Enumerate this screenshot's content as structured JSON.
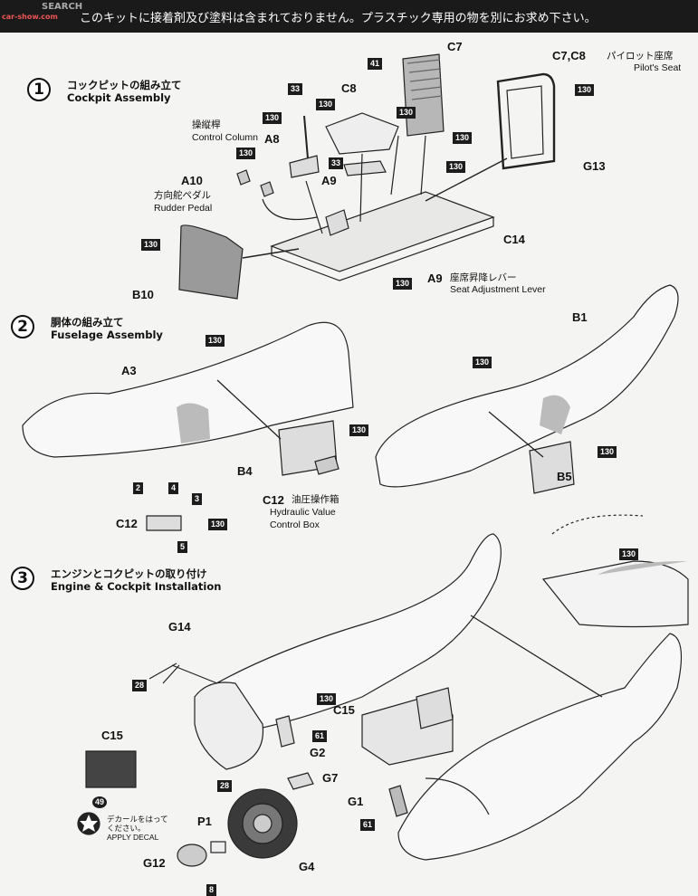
{
  "watermark": {
    "brand": "SEARCH",
    "url": "car-show.com"
  },
  "banner": {
    "text": "このキットに接着剤及び塗料は含まれておりません。プラスチック専用の物を別にお求め下さい。"
  },
  "steps": [
    {
      "num": "1",
      "jp": "コックピットの組み立て",
      "en": "Cockpit Assembly"
    },
    {
      "num": "2",
      "jp": "胴体の組み立て",
      "en": "Fuselage Assembly"
    },
    {
      "num": "3",
      "jp": "エンジンとコクピットの取り付け",
      "en": "Engine & Cockpit Installation"
    }
  ],
  "parts": {
    "c7": "C7",
    "c8": "C8",
    "c7c8": "C7,C8",
    "seat_jp": "パイロット座席",
    "seat_en": "Pilot's Seat",
    "a8": "A8",
    "control_jp": "操縦桿",
    "control_en": "Control Column",
    "a10": "A10",
    "rudder_jp": "方向舵ペダル",
    "rudder_en": "Rudder Pedal",
    "a9": "A9",
    "a9b": "A9",
    "seatlever_jp": "座席昇降レバー",
    "seatlever_en": "Seat Adjustment Lever",
    "g13": "G13",
    "c14": "C14",
    "b10": "B10",
    "a3": "A3",
    "b1": "B1",
    "b4": "B4",
    "b5": "B5",
    "c12": "C12",
    "c12b": "C12",
    "hyd_jp": "油圧操作箱",
    "hyd_en1": "Hydraulic Value",
    "hyd_en2": "Control Box",
    "g14": "G14",
    "c15": "C15",
    "c15b": "C15",
    "g2": "G2",
    "g7": "G7",
    "g1": "G1",
    "p1": "P1",
    "g12": "G12",
    "g4": "G4",
    "decal_jp1": "デカールをはって",
    "decal_jp2": "ください。",
    "decal_en": "APPLY DECAL"
  },
  "paint_codes": {
    "c41": "41",
    "c33a": "33",
    "c130a": "130",
    "c130b": "130",
    "c130c": "130",
    "c130d": "130",
    "c130e": "130",
    "c130f": "130",
    "c33b": "33",
    "c130g": "130",
    "c130h": "130",
    "c130i": "130",
    "c130j": "130",
    "c130k": "130",
    "c130l": "130",
    "c130m": "130",
    "c130n": "130",
    "c28a": "28",
    "c130o": "130",
    "c61a": "61",
    "c61b": "61",
    "c28b": "28",
    "c8": "8"
  },
  "numbered": {
    "n2": "2",
    "n4": "4",
    "n3": "3",
    "n5": "5",
    "n49": "49"
  }
}
